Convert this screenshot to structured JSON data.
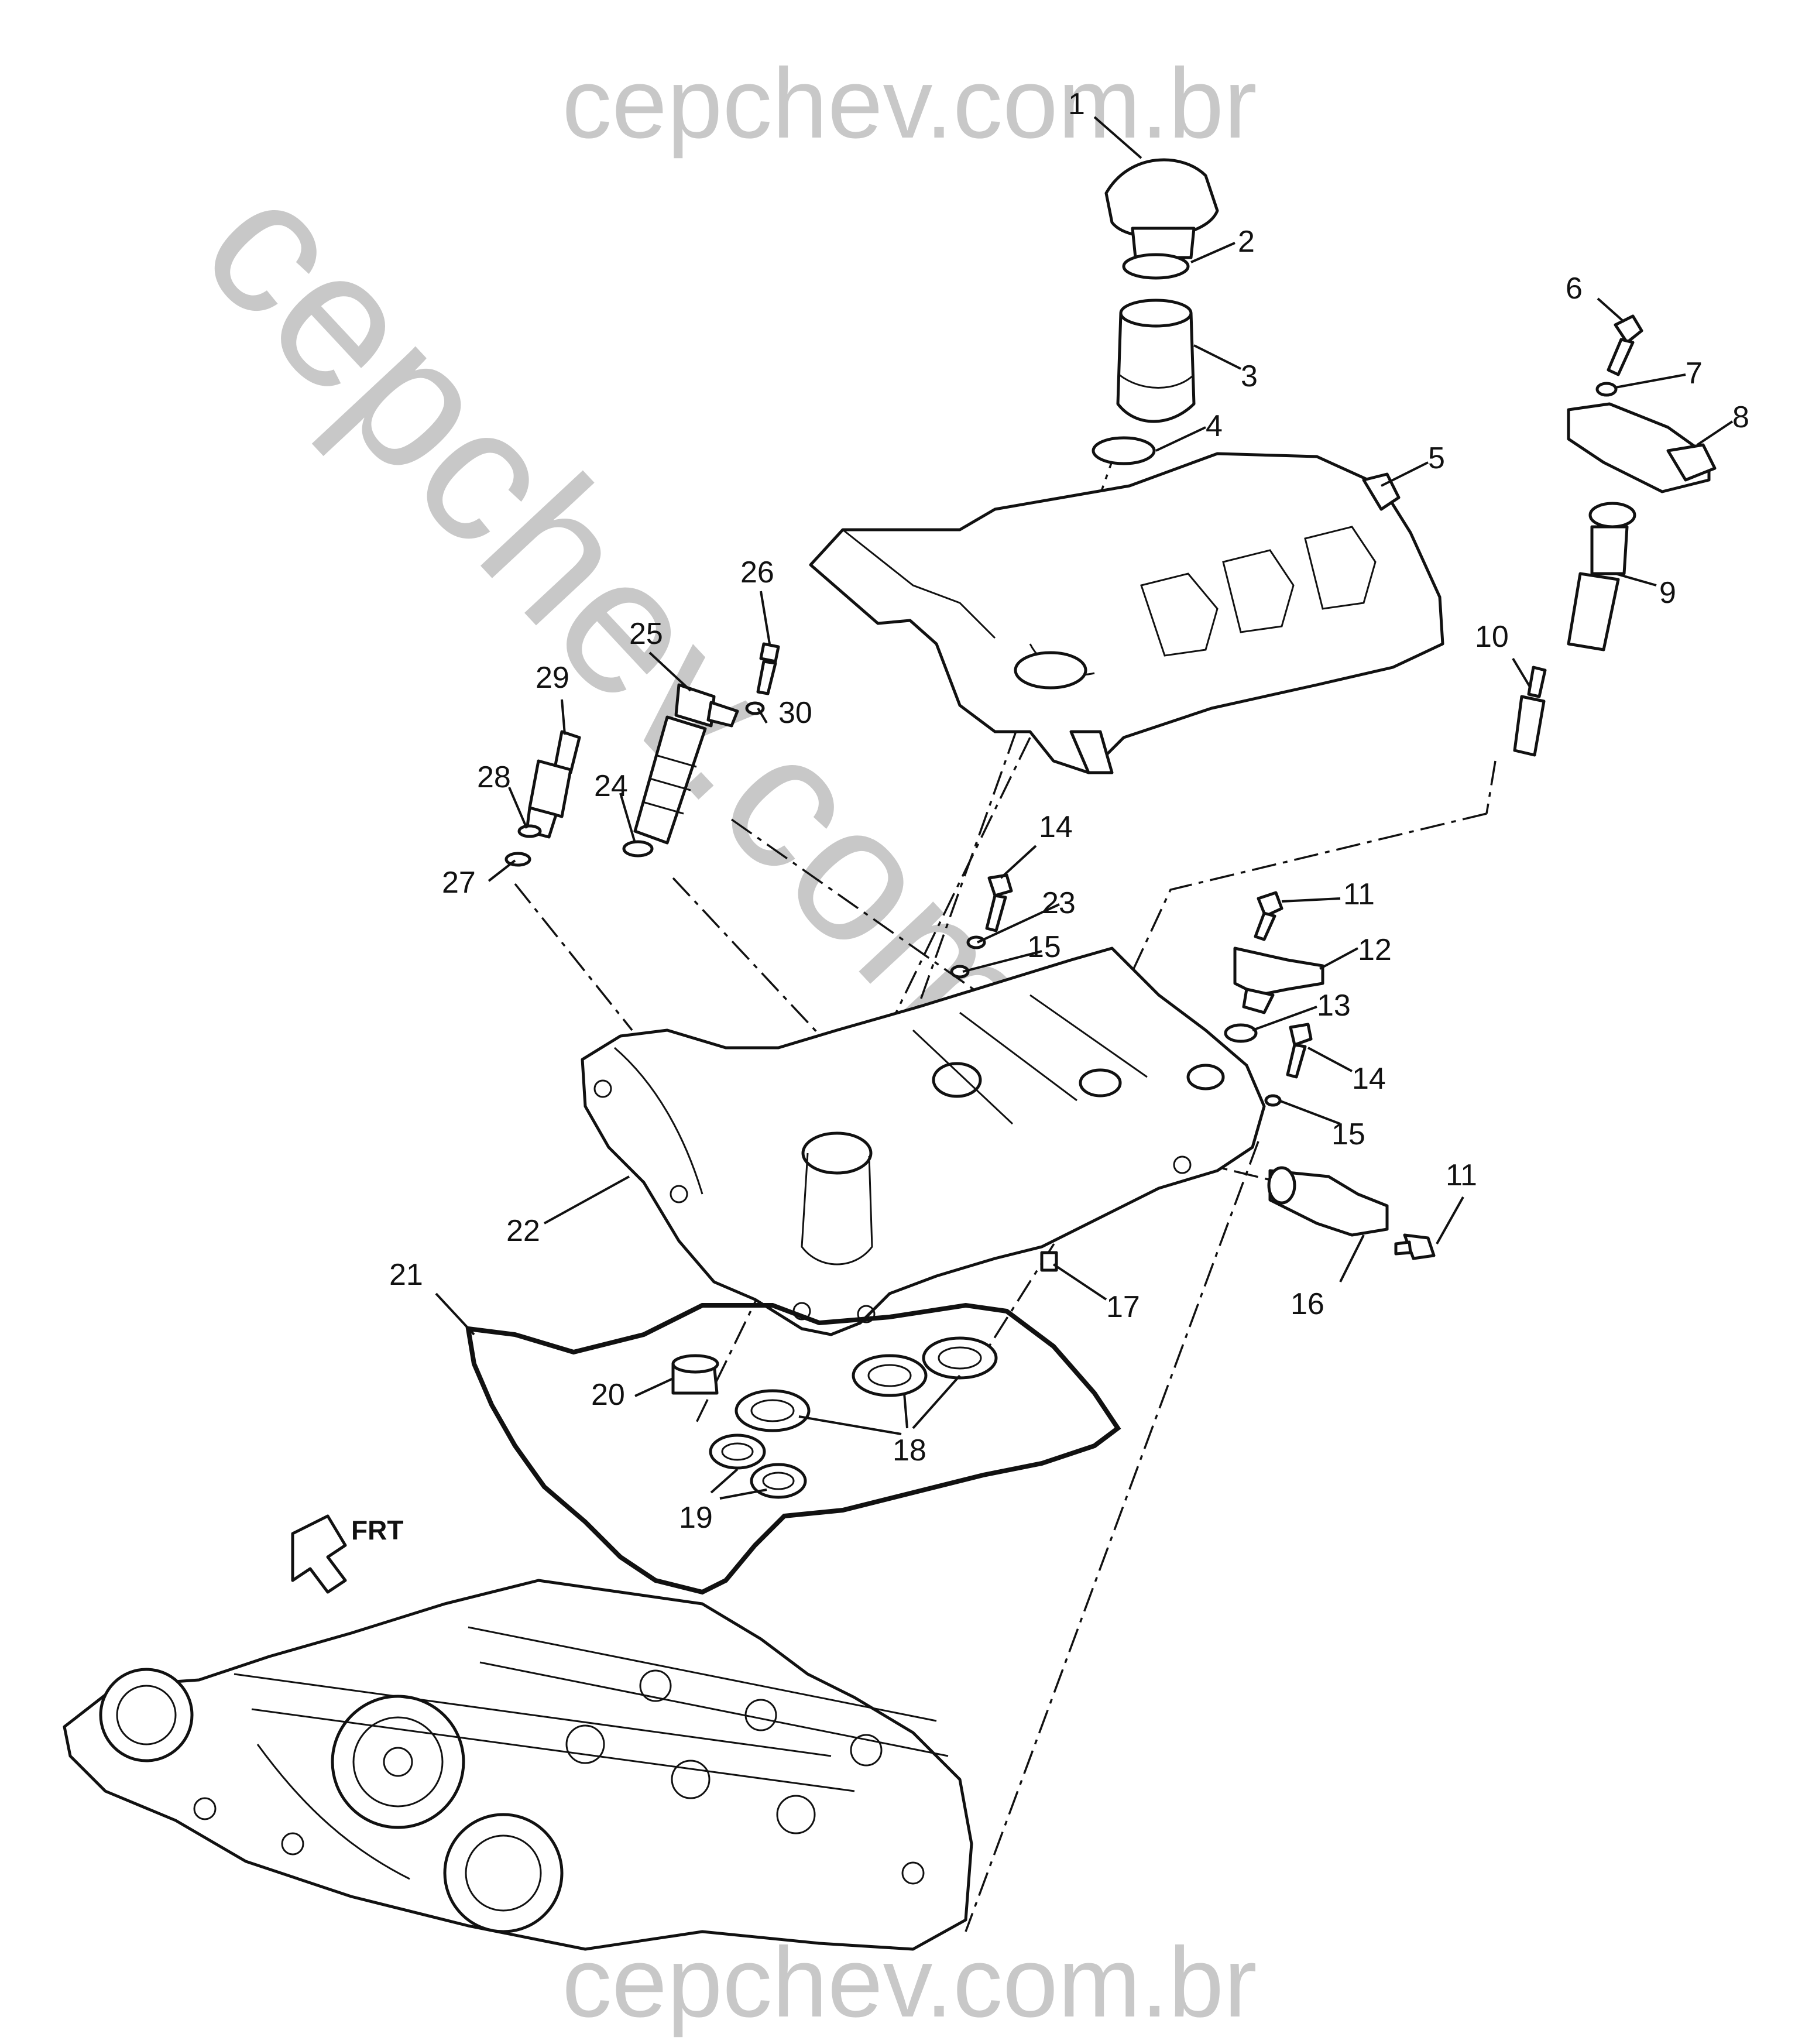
{
  "watermark": {
    "top": "cepchev.com.br",
    "bottom": "cepchev.com.br",
    "diagonal": "cepchev.com.br",
    "color": "#c8c8c8"
  },
  "direction_marker": {
    "label": "FRT",
    "icon": "front-arrow-icon"
  },
  "callouts": [
    {
      "id": "c1",
      "label": "1"
    },
    {
      "id": "c2",
      "label": "2"
    },
    {
      "id": "c3",
      "label": "3"
    },
    {
      "id": "c4",
      "label": "4"
    },
    {
      "id": "c5",
      "label": "5"
    },
    {
      "id": "c6",
      "label": "6"
    },
    {
      "id": "c7",
      "label": "7"
    },
    {
      "id": "c8",
      "label": "8"
    },
    {
      "id": "c9",
      "label": "9"
    },
    {
      "id": "c10",
      "label": "10"
    },
    {
      "id": "c11a",
      "label": "11"
    },
    {
      "id": "c11b",
      "label": "11"
    },
    {
      "id": "c12",
      "label": "12"
    },
    {
      "id": "c13",
      "label": "13"
    },
    {
      "id": "c14a",
      "label": "14"
    },
    {
      "id": "c14b",
      "label": "14"
    },
    {
      "id": "c15a",
      "label": "15"
    },
    {
      "id": "c15b",
      "label": "15"
    },
    {
      "id": "c16",
      "label": "16"
    },
    {
      "id": "c17",
      "label": "17"
    },
    {
      "id": "c18",
      "label": "18"
    },
    {
      "id": "c19",
      "label": "19"
    },
    {
      "id": "c20",
      "label": "20"
    },
    {
      "id": "c21",
      "label": "21"
    },
    {
      "id": "c22",
      "label": "22"
    },
    {
      "id": "c23",
      "label": "23"
    },
    {
      "id": "c24",
      "label": "24"
    },
    {
      "id": "c25",
      "label": "25"
    },
    {
      "id": "c26",
      "label": "26"
    },
    {
      "id": "c27",
      "label": "27"
    },
    {
      "id": "c28",
      "label": "28"
    },
    {
      "id": "c29",
      "label": "29"
    },
    {
      "id": "c30",
      "label": "30"
    }
  ]
}
